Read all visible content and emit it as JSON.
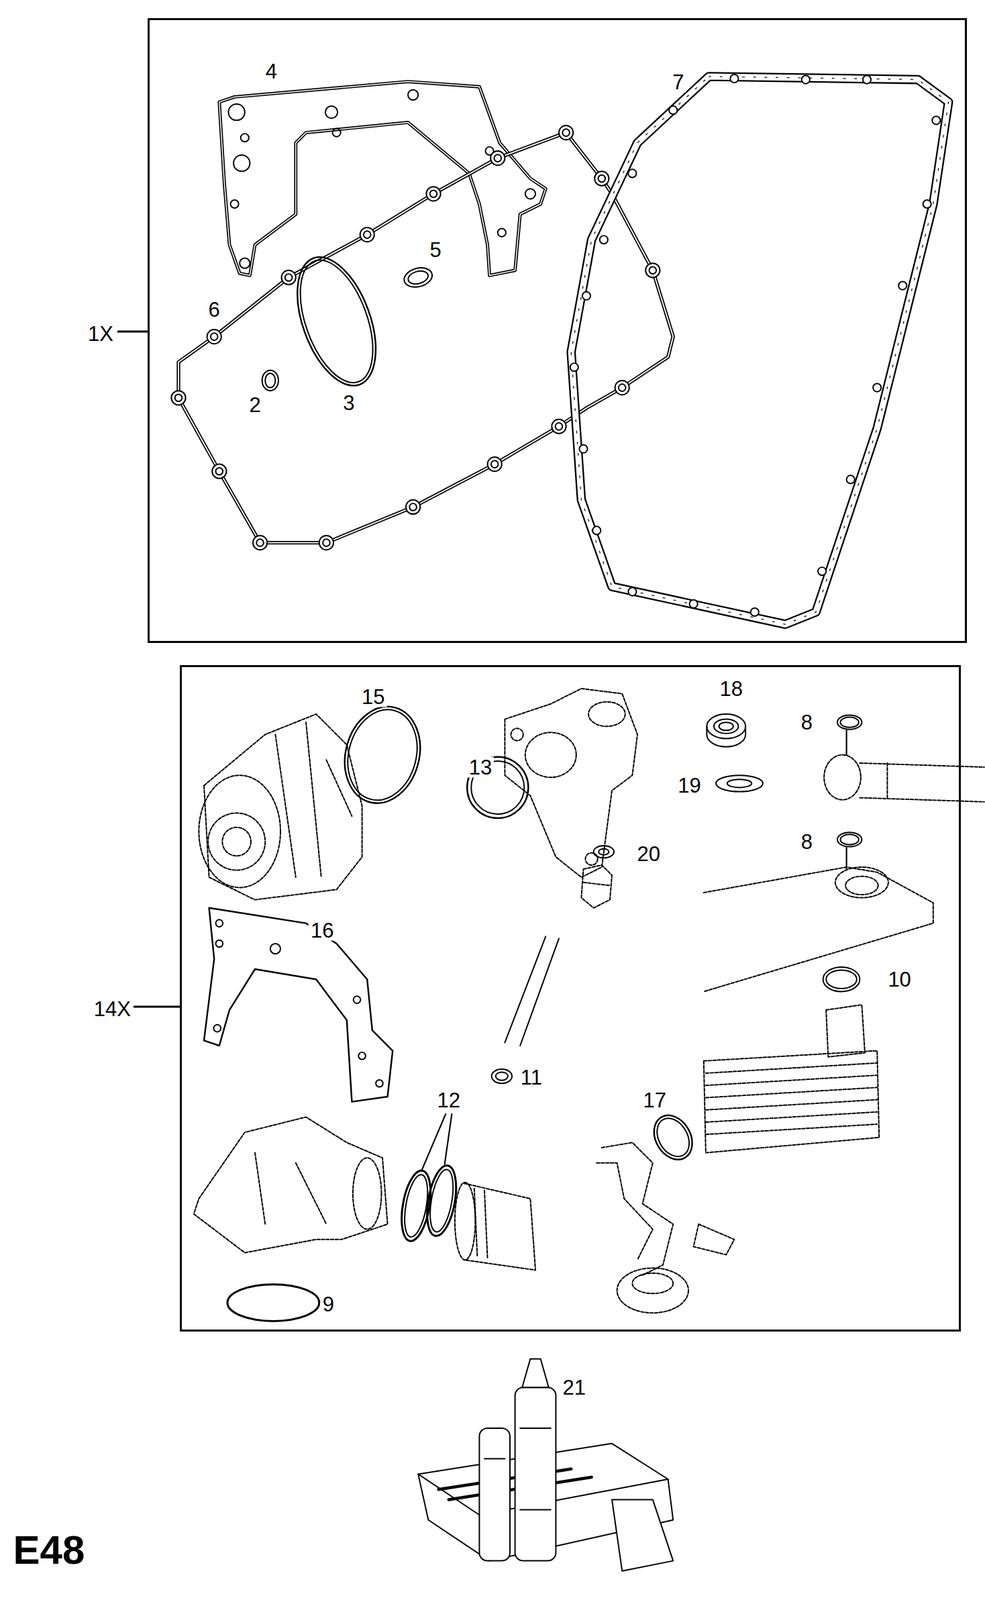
{
  "diagram": {
    "nodes": [
      {
        "text": [
          "1X"
        ]
      },
      {
        "text": [
          "14X"
        ]
      }
    ],
    "labels": [
      "4",
      "5",
      "6",
      "2",
      "3",
      "7",
      "15",
      "18",
      "8",
      "13",
      "19",
      "20",
      "8",
      "16",
      "10",
      "11",
      "12",
      "17",
      "9",
      "21",
      "E48"
    ]
  }
}
